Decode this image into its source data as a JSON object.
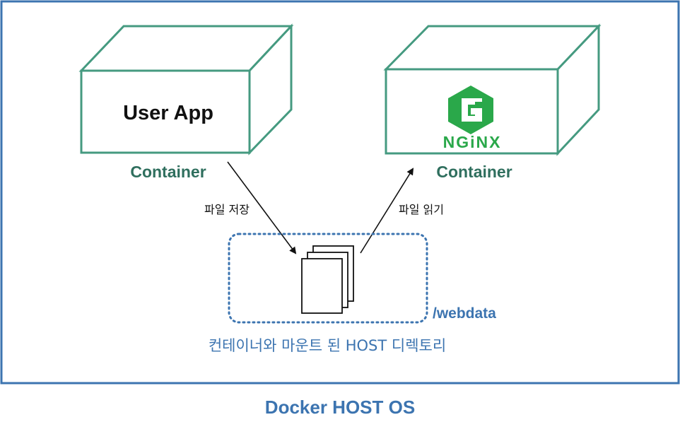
{
  "host": {
    "label": "Docker HOST OS"
  },
  "containers": [
    {
      "content": "User App",
      "caption": "Container"
    },
    {
      "logo_text": "NGiNX",
      "caption": "Container"
    }
  ],
  "arrows": {
    "write_label": "파일 저장",
    "read_label": "파일 읽기"
  },
  "volume": {
    "path": "/webdata",
    "description": "컨테이너와 마운트 된 HOST 디렉토리"
  },
  "colors": {
    "host_border": "#3c74b0",
    "container_stroke": "#459a80",
    "container_caption": "#2f6f5e",
    "nginx_green": "#2aa84a"
  }
}
